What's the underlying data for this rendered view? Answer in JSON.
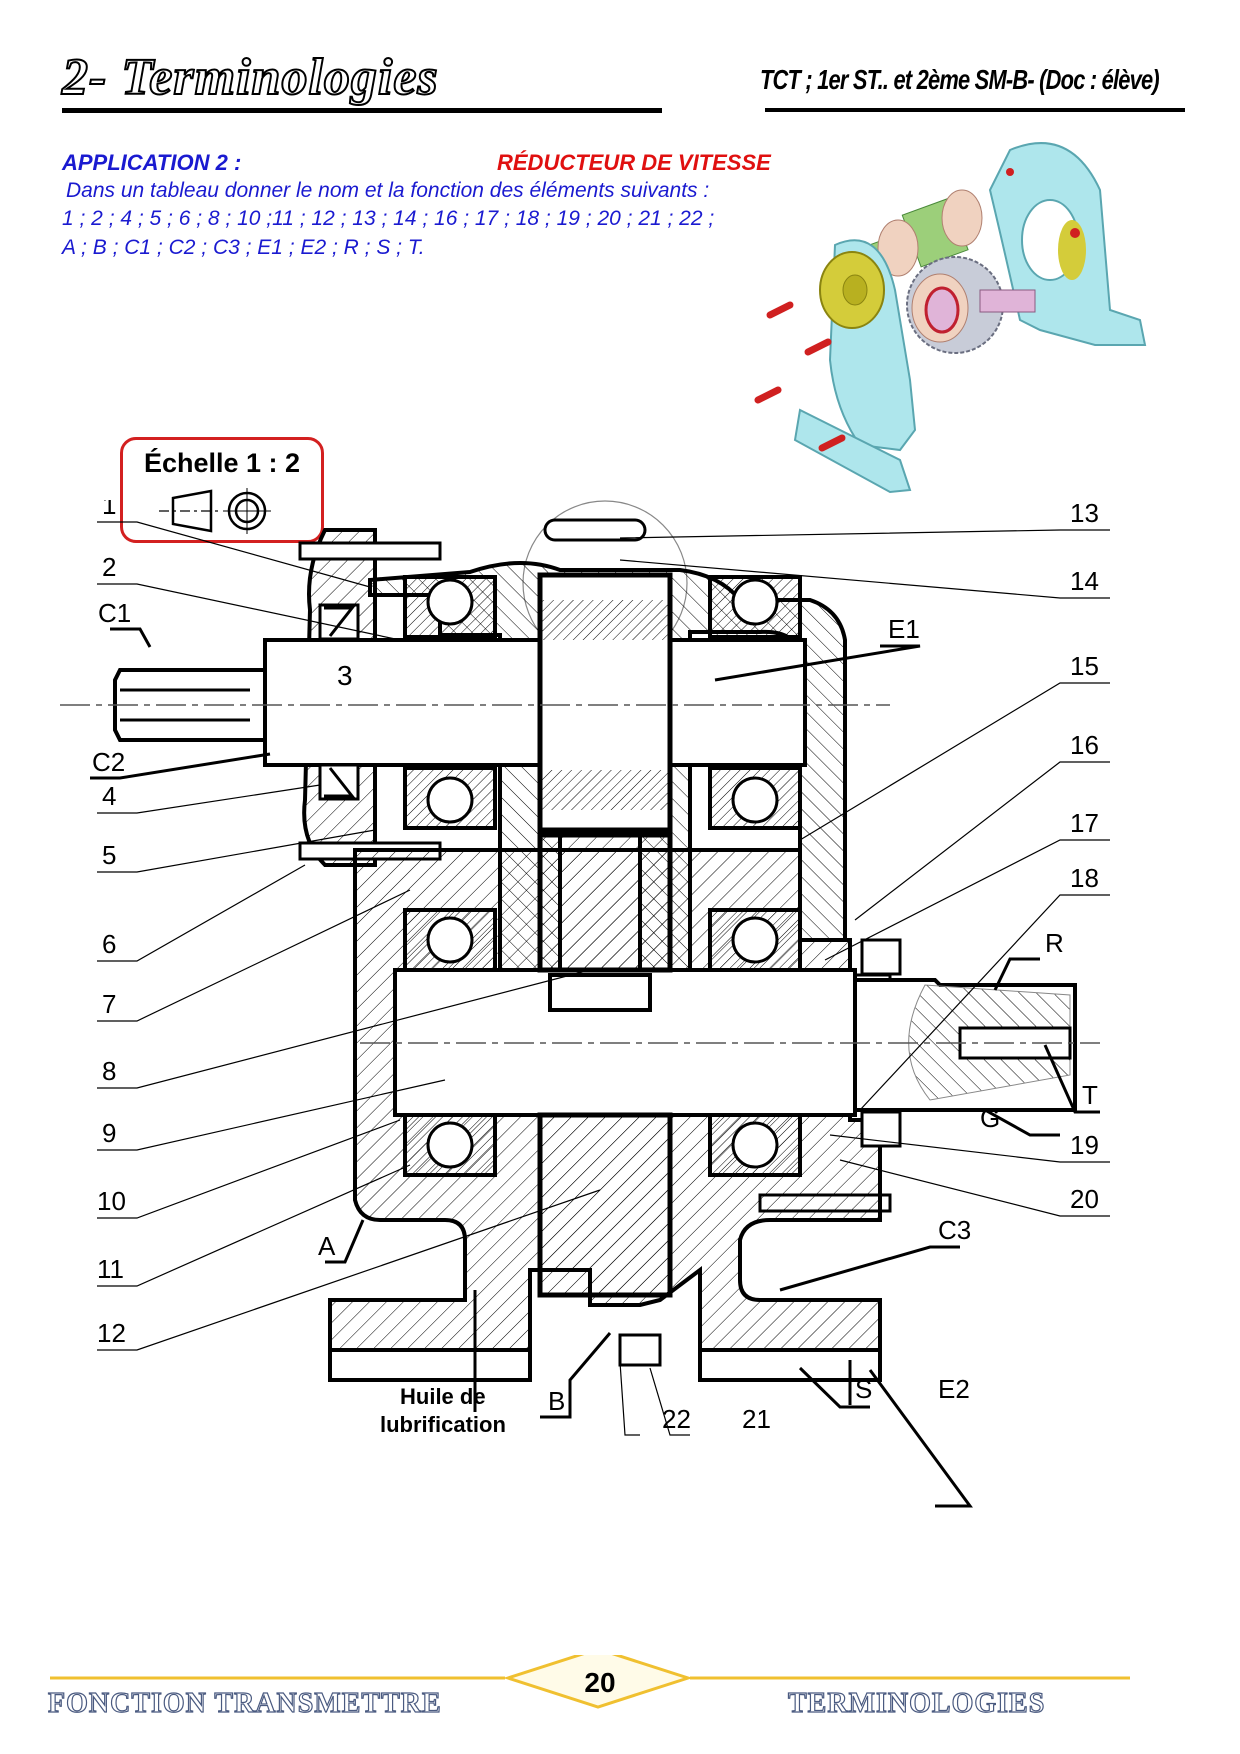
{
  "header": {
    "title": "2- Terminologies",
    "classes": "TCT ; 1er ST..  et 2ème SM-B- (Doc : élève)"
  },
  "application": {
    "title": "APPLICATION 2 :",
    "subject": "RÉDUCTEUR DE VITESSE",
    "instruction": "Dans un tableau donner le nom et la fonction des éléments suivants :",
    "items_line1": "1 ; 2 ; 4 ; 5 ; 6 ; 8 ; 10 ;11 ;  12 ; 13 ; 14 ; 16 ; 17 ; 18 ; 19 ; 20 ;  21 ; 22 ;",
    "items_line2": "A ; B ; C1 ; C2 ; C3 ; E1 ; E2 ; R ; S ; T."
  },
  "scale": {
    "label": "Échelle 1 : 2",
    "projection_icon": "first-angle-projection-icon"
  },
  "exploded_view": {
    "description": "3D exploded view of speed reducer",
    "colors": {
      "housing": "#aee6ec",
      "cover": "#d4cc3a",
      "pinion_shaft": "#9ccf7a",
      "bearing": "#f0d2c0",
      "gear": "#c8ccd8",
      "shaft": "#e0b4d8",
      "screw": "#d02020"
    }
  },
  "drawing": {
    "center_label": "3",
    "left_labels": [
      "1",
      "2",
      "C1",
      "C2",
      "4",
      "5",
      "6",
      "7",
      "8",
      "9",
      "10",
      "11",
      "12"
    ],
    "right_labels": [
      "13",
      "14",
      "E1",
      "15",
      "16",
      "17",
      "18",
      "R",
      "T",
      "G",
      "19",
      "20",
      "C3",
      "E2"
    ],
    "bottom_labels": {
      "A": "A",
      "B": "B",
      "S": "S",
      "n21": "21",
      "n22": "22",
      "oil_line1": "Huile  de",
      "oil_line2": "lubrification"
    }
  },
  "footer": {
    "left": "FONCTION TRANSMETTRE",
    "page": "20",
    "right": "TERMINOLOGIES",
    "accent": "#f0c030"
  }
}
